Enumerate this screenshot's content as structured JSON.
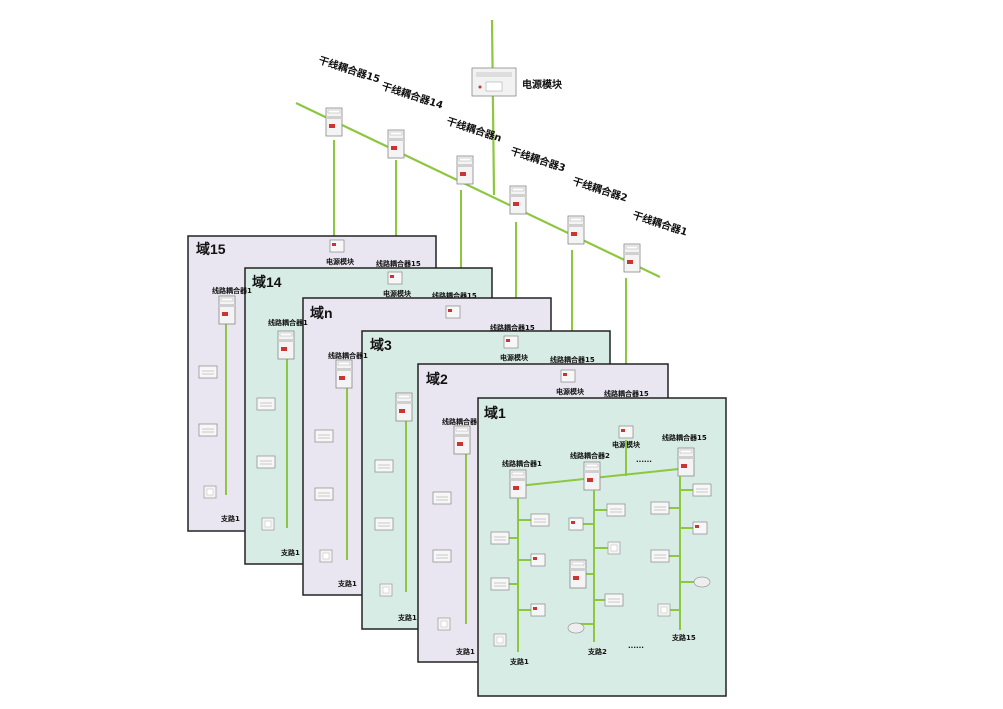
{
  "backbone": {
    "power_module_label": "电源模块",
    "couplers": [
      {
        "label": "干线耦合器15"
      },
      {
        "label": "干线耦合器14"
      },
      {
        "label": "干线耦合器n"
      },
      {
        "label": "干线耦合器3"
      },
      {
        "label": "干线耦合器2"
      },
      {
        "label": "干线耦合器1"
      }
    ]
  },
  "domains": [
    {
      "title": "域15",
      "color": "#e9e6f1"
    },
    {
      "title": "域14",
      "color": "#d8ece6"
    },
    {
      "title": "域n",
      "color": "#e9e6f1"
    },
    {
      "title": "域3",
      "color": "#d8ece6"
    },
    {
      "title": "域2",
      "color": "#e9e6f1"
    },
    {
      "title": "域1",
      "color": "#d8ece6"
    }
  ],
  "inner_labels": {
    "power_module": "电源模块",
    "line_coupler_15": "线路耦合器15",
    "line_coupler_1": "线路耦合器1",
    "line_coupler_2": "线路耦合器2",
    "branch_1": "支路1",
    "branch_2": "支路2",
    "branch_15": "支路15",
    "ellipsis": "......"
  },
  "colors": {
    "bus_line": "#8dc63f",
    "panel_border": "#222222"
  }
}
